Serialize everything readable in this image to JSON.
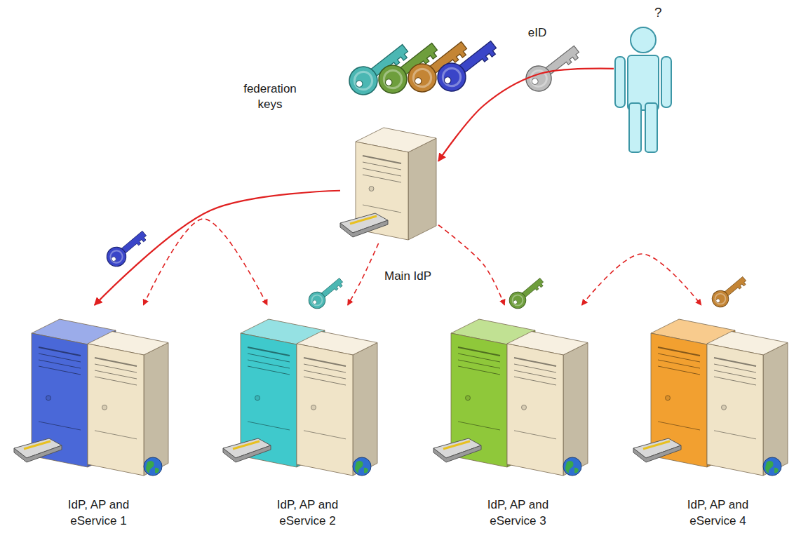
{
  "diagram": {
    "nodes": [
      {
        "text": [
          "?"
        ]
      },
      {
        "text": [
          "Main IdP"
        ]
      },
      {
        "text": [
          "IdP, AP and eService 1"
        ]
      },
      {
        "text": [
          "IdP, AP and eService 2"
        ]
      },
      {
        "text": [
          "IdP, AP and eService 3"
        ]
      },
      {
        "text": [
          "IdP, AP and eService 4"
        ]
      }
    ],
    "edges": [
      {
        "from": 0,
        "to": 1,
        "arrow": "to"
      },
      {
        "from": 1,
        "to": 2,
        "arrow": "to"
      },
      {
        "from": 2,
        "to": 3,
        "arrow": "both"
      },
      {
        "from": 1,
        "to": 3,
        "arrow": "to"
      },
      {
        "from": 1,
        "to": 4,
        "arrow": "to"
      },
      {
        "from": 4,
        "to": 5,
        "arrow": "both"
      }
    ],
    "labels": [
      "federation keys",
      "eID"
    ]
  }
}
